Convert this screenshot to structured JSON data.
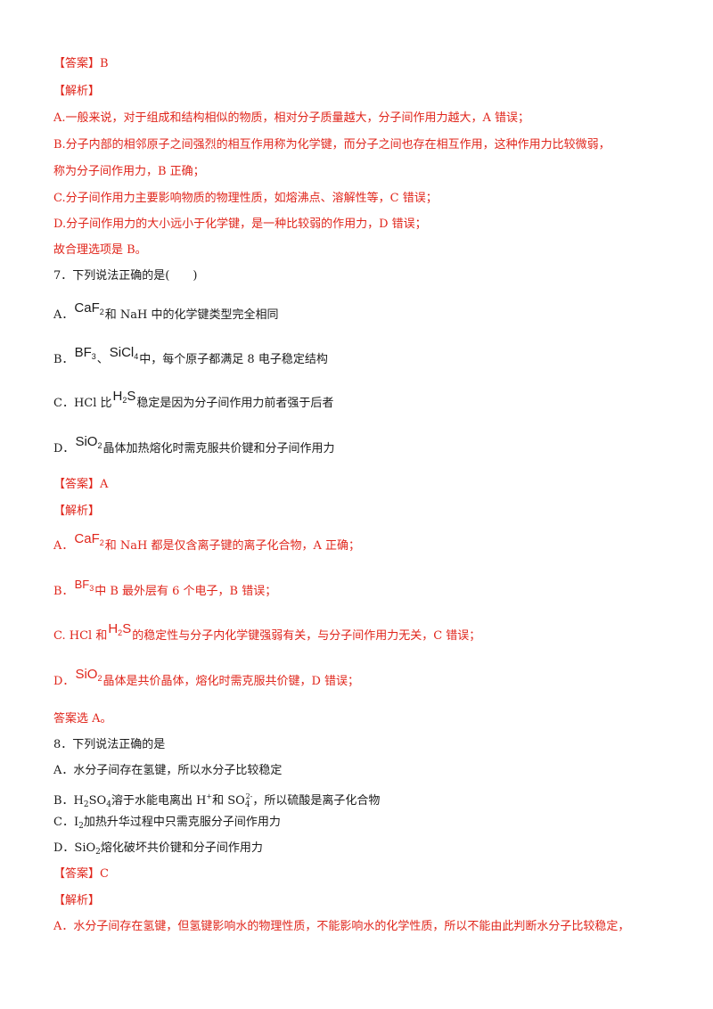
{
  "q6": {
    "answer_tag": "【答案】",
    "answer": "B",
    "analysis_tag": "【解析】",
    "lines": [
      "A.一般来说，对于组成和结构相似的物质，相对分子质量越大，分子间作用力越大，A 错误；",
      "B.分子内部的相邻原子之间强烈的相互作用称为化学键，而分子之间也存在相互作用，这种作用力比较微弱，",
      "称为分子间作用力，B 正确；",
      "C.分子间作用力主要影响物质的物理性质，如熔沸点、溶解性等，C 错误；",
      "D.分子间作用力的大小远小于化学键，是一种比较弱的作用力，D 错误；",
      "故合理选项是 B。"
    ]
  },
  "q7": {
    "stem": "7．下列说法正确的是(　　)",
    "optA_prefix": "A．",
    "optA_formula": "CaF",
    "optA_formula_sub": "2",
    "optA_text": "和 NaH 中的化学键类型完全相同",
    "optB_prefix": "B．",
    "optB_f1": "BF",
    "optB_f1_sub": "3",
    "optB_sep": "、",
    "optB_f2": "SiCl",
    "optB_f2_sub": "4",
    "optB_text": "中，每个原子都满足 8 电子稳定结构",
    "optC_prefix": "C．HCl 比",
    "optC_formula": "H",
    "optC_formula_sub": "2",
    "optC_formula_tail": "S",
    "optC_text": "稳定是因为分子间作用力前者强于后者",
    "optD_prefix": "D．",
    "optD_formula": "SiO",
    "optD_formula_sub": "2",
    "optD_text": "晶体加热熔化时需克服共价键和分子间作用力",
    "answer_tag": "【答案】",
    "answer": "A",
    "analysis_tag": "【解析】",
    "anaA_prefix": "A．",
    "anaA_formula": "CaF",
    "anaA_formula_sub": "2",
    "anaA_text": "和 NaH 都是仅含离子键的离子化合物，A 正确；",
    "anaB_prefix": "B．",
    "anaB_formula": "BF",
    "anaB_formula_sub": "3",
    "anaB_text": "中 B 最外层有 6 个电子，B 错误；",
    "anaC_prefix": "C. HCl 和",
    "anaC_formula": "H",
    "anaC_formula_sub": "2",
    "anaC_formula_tail": "S",
    "anaC_text": "的稳定性与分子内化学键强弱有关，与分子间作用力无关，C 错误；",
    "anaD_prefix": "D．",
    "anaD_formula": "SiO",
    "anaD_formula_sub": "2",
    "anaD_text": "晶体是共价晶体，熔化时需克服共价键，D 错误；",
    "conclusion": "答案选 A。"
  },
  "q8": {
    "stem": "8．下列说法正确的是",
    "optA": "A．水分子间存在氢键，所以水分子比较稳定",
    "optB_1": "B．H",
    "optB_2": "2",
    "optB_3": "SO",
    "optB_4": "4",
    "optB_5": "溶于水能电离出 H",
    "optB_6": "+",
    "optB_7": "和 SO",
    "optB_8": "4",
    "optB_9": "2-",
    "optB_10": "，所以硫酸是离子化合物",
    "optC_1": "C．I",
    "optC_2": "2",
    "optC_3": "加热升华过程中只需克服分子间作用力",
    "optD_1": "D．SiO",
    "optD_2": "2",
    "optD_3": "熔化破坏共价键和分子间作用力",
    "answer_tag": "【答案】",
    "answer": "C",
    "analysis_tag": "【解析】",
    "anaA": "A．水分子间存在氢键，但氢键影响水的物理性质，不能影响水的化学性质，所以不能由此判断水分子比较稳定，"
  }
}
